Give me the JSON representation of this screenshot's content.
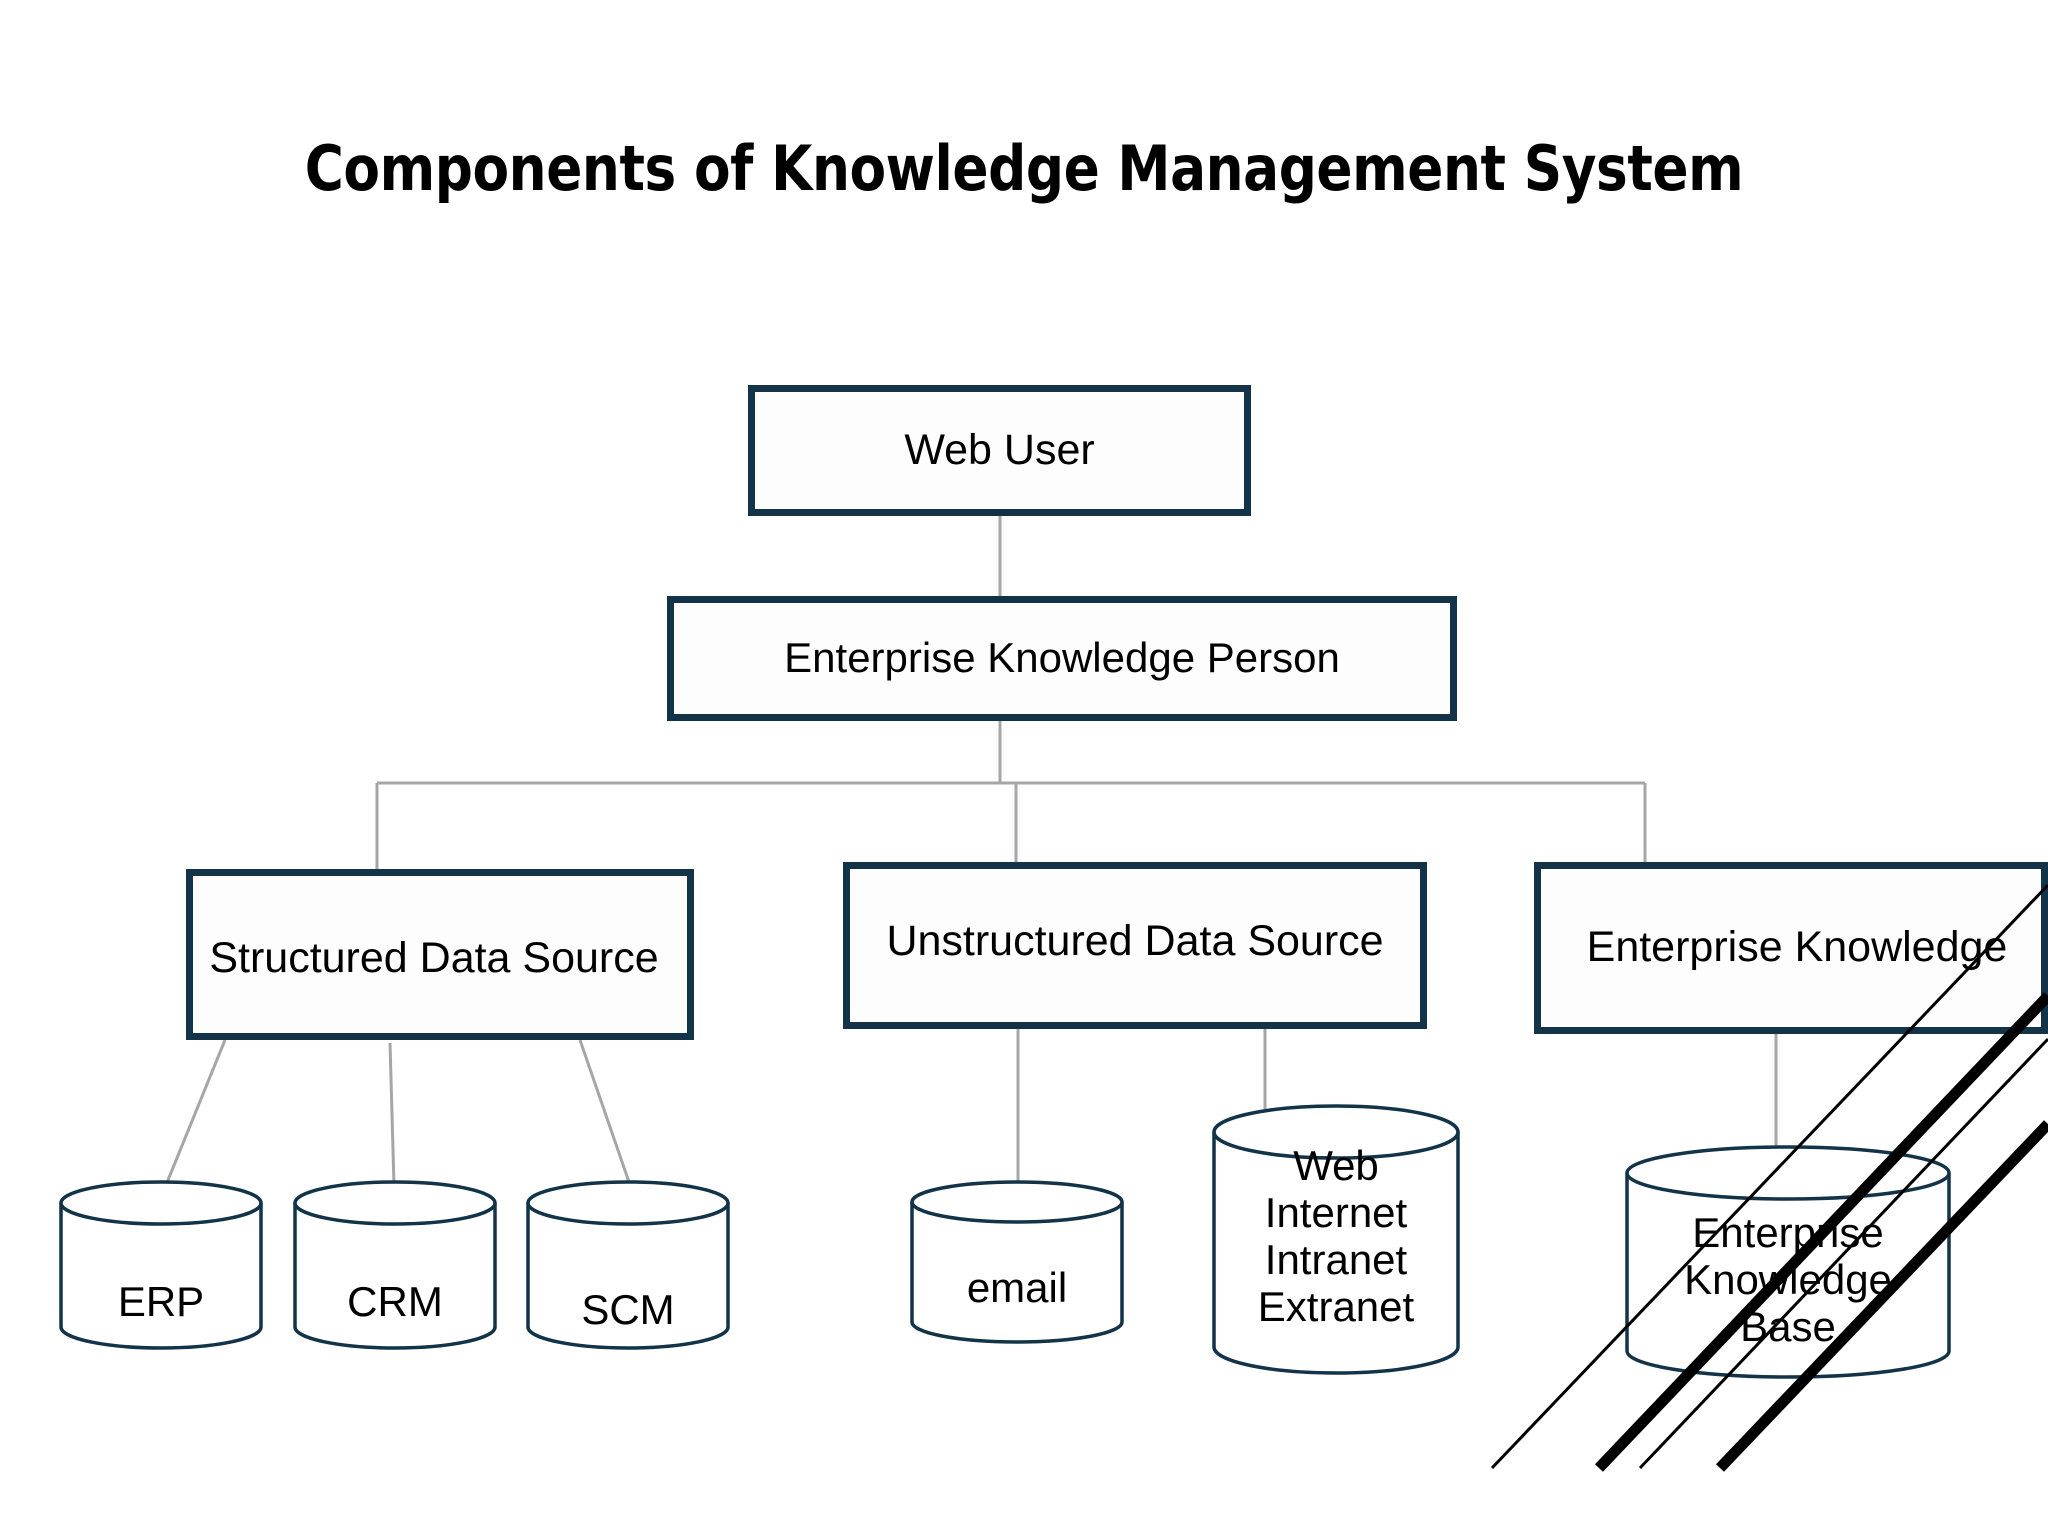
{
  "slide": {
    "title": "Components of Knowledge Management System",
    "background_color": "#ffffff",
    "accent_color": "#123348",
    "connector_color": "#a6a6a6",
    "text_color": "#000000"
  },
  "diagram": {
    "type": "hierarchy",
    "nodes": {
      "web_user": {
        "label": "Web User",
        "shape": "rectangle"
      },
      "enterprise_knowledge_person": {
        "label": "Enterprise Knowledge Person",
        "shape": "rectangle"
      },
      "structured_data_source": {
        "label": "Structured Data Source",
        "shape": "rectangle"
      },
      "unstructured_data_source": {
        "label": "Unstructured Data Source",
        "shape": "rectangle"
      },
      "enterprise_knowledge": {
        "label": "Enterprise Knowledge",
        "shape": "rectangle"
      },
      "erp": {
        "label": "ERP",
        "shape": "cylinder"
      },
      "crm": {
        "label": "CRM",
        "shape": "cylinder"
      },
      "scm": {
        "label": "SCM",
        "shape": "cylinder"
      },
      "email": {
        "label": "email",
        "shape": "cylinder"
      },
      "web_internet": {
        "label": "Web\nInternet\nIntranet\nExtranet",
        "shape": "cylinder"
      },
      "enterprise_knowledge_base": {
        "label": "Enterprise\nKnowledge\nBase",
        "shape": "cylinder"
      }
    },
    "edges": [
      {
        "from": "web_user",
        "to": "enterprise_knowledge_person"
      },
      {
        "from": "enterprise_knowledge_person",
        "to": "structured_data_source"
      },
      {
        "from": "enterprise_knowledge_person",
        "to": "unstructured_data_source"
      },
      {
        "from": "enterprise_knowledge_person",
        "to": "enterprise_knowledge"
      },
      {
        "from": "structured_data_source",
        "to": "erp"
      },
      {
        "from": "structured_data_source",
        "to": "crm"
      },
      {
        "from": "structured_data_source",
        "to": "scm"
      },
      {
        "from": "unstructured_data_source",
        "to": "email"
      },
      {
        "from": "unstructured_data_source",
        "to": "web_internet"
      },
      {
        "from": "enterprise_knowledge",
        "to": "enterprise_knowledge_base"
      }
    ],
    "decoration": {
      "name": "diagonal-stripes",
      "count": 4,
      "color": "#000000",
      "widths": [
        3,
        11,
        3,
        11
      ]
    }
  }
}
